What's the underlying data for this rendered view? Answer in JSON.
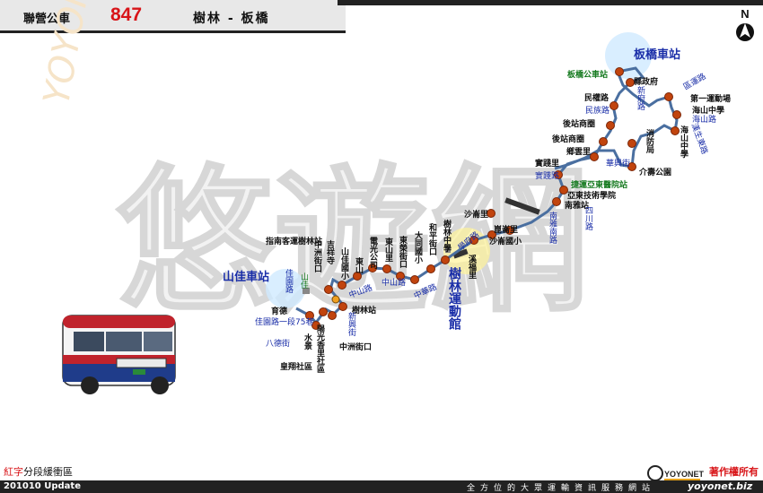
{
  "header": {
    "operator": "聯營公車",
    "route_no": "847",
    "route_name": "樹林 - 板橋"
  },
  "footer": {
    "date": "201010 Update",
    "slogan": "全方位的大眾運輸資訊服務網站",
    "site": "yoyonet.biz"
  },
  "legend": {
    "red_text": "紅字",
    "text": "分段緩衝區"
  },
  "copyright": "著作權所有",
  "watermark": "悠遊網",
  "logo_text": "YOYONET",
  "compass": "N",
  "terminals": {
    "shanjia": "山佳車站",
    "banqiao": "板橋車站"
  },
  "stops": {
    "s1": "育德",
    "s2": "水景",
    "s3": "皇翔社區",
    "s4": "陽光香里社區",
    "s5": "中洲街口",
    "s6": "中洲街口",
    "s7": "吉祥寺",
    "s8": "山佳國小",
    "s9": "指南客運樹林站",
    "s10": "樹林站",
    "s11": "東山",
    "s12": "電光公司",
    "s13": "東山里",
    "s14": "東榮街口",
    "s15": "大同國小",
    "s16": "和平街口",
    "s17": "樹林中學",
    "s18": "溪福里",
    "s19": "沙崙國小",
    "s20": "崑崙里",
    "s21": "沙崙里",
    "s22": "南雅站",
    "s23": "亞東技術學院",
    "s24": "捷運亞東醫院站",
    "s25": "實踐里",
    "s26": "鄉雲里",
    "s27": "後站商圈",
    "s28": "後站商圈",
    "s29": "民權路",
    "s30": "消防局",
    "s31": "介壽公園",
    "s32": "海山中學",
    "s33": "海山中學",
    "s34": "第一運動場",
    "s35": "縣政府",
    "s36": "板橋公車站"
  },
  "roads": {
    "r1": "佳園路",
    "r2": "佳園路一段75巷",
    "r3": "八德街",
    "r4": "新興街",
    "r5": "中山路",
    "r6": "中山路",
    "r7": "中華路",
    "r8": "學府路",
    "r9": "南雅南路",
    "r10": "四川路",
    "r11": "實踐路",
    "r12": "華興街",
    "r13": "民族路",
    "r14": "新府路",
    "r15": "區運路",
    "r16": "海山路",
    "r17": "漢生東路",
    "r18": "山佳"
  },
  "park": "樹林運動館"
}
